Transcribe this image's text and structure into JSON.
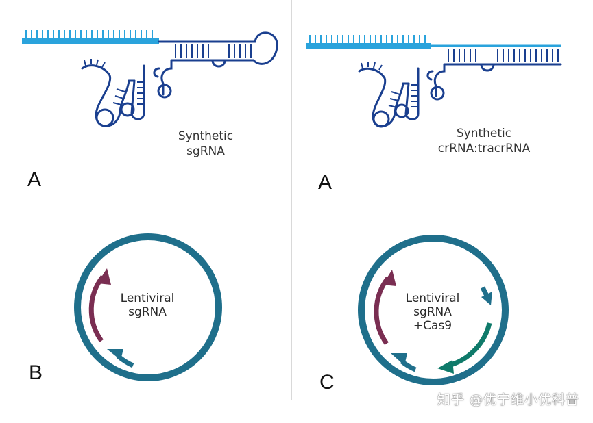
{
  "panels": {
    "top_left": {
      "caption_line1": "Synthetic",
      "caption_line2": "sgRNA",
      "letter": "A"
    },
    "top_right": {
      "caption_line1": "Synthetic",
      "caption_line2": "crRNA:tracrRNA",
      "letter": "A"
    },
    "bottom_left": {
      "label_line1": "Lentiviral",
      "label_line2": "sgRNA",
      "letter": "B"
    },
    "bottom_right": {
      "label_line1": "Lentiviral",
      "label_line2": "sgRNA",
      "label_line3": "+Cas9",
      "letter": "C"
    }
  },
  "watermark": "知乎 @优宁维小优科普",
  "colors": {
    "rna_light_blue": "#2aa3dc",
    "rna_dark_blue": "#1a3f8f",
    "plasmid_ring": "#1f6f8b",
    "arrow_blue": "#1f6f8b",
    "arrow_maroon": "#7a2e52",
    "arrow_teal": "#0f7a6a"
  }
}
